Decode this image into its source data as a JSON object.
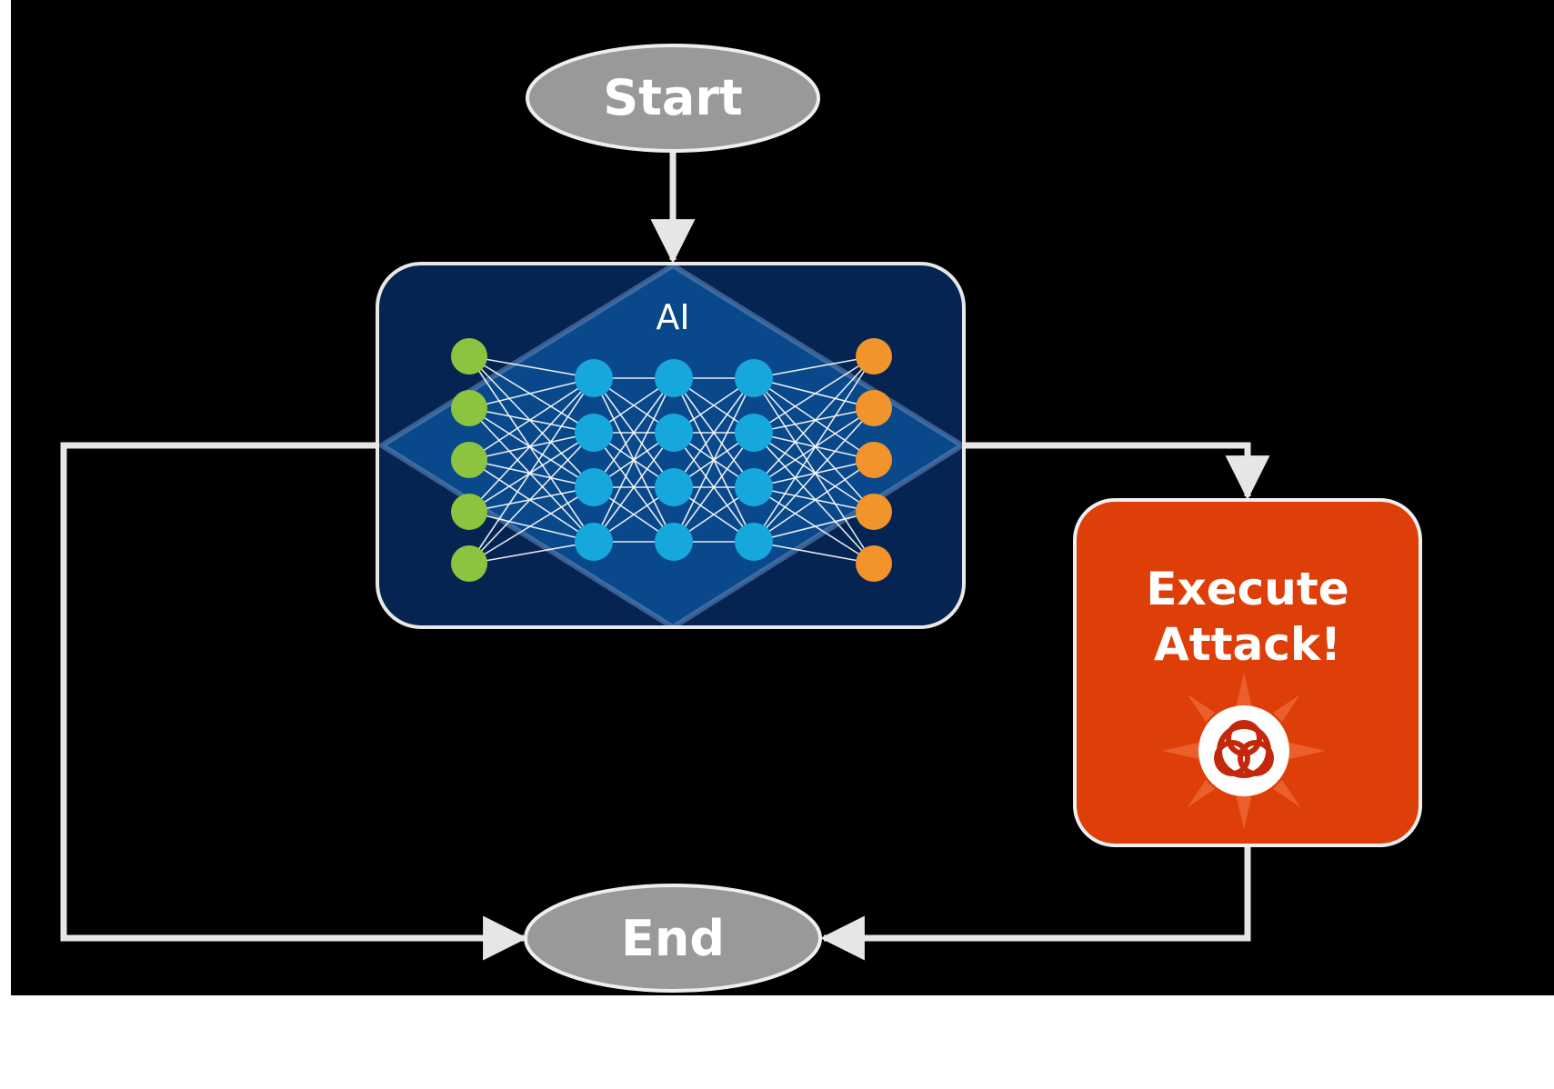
{
  "diagram": {
    "start_label": "Start",
    "ai_label": "AI",
    "attack_label_line1": "Execute",
    "attack_label_line2": "Attack!",
    "end_label": "End",
    "attack_icon": "biohazard-icon"
  },
  "colors": {
    "background": "#000000",
    "terminal_fill": "#999999",
    "terminal_stroke": "#eeeeee",
    "ai_box_fill": "#052452",
    "ai_diamond_fill": "#0b4f94",
    "attack_box_fill": "#de3e08",
    "connector": "#e6e6e6",
    "input_nodes": "#8cc43f",
    "hidden_nodes": "#16a8dd",
    "output_nodes": "#f0942b"
  },
  "network": {
    "layer_sizes": [
      5,
      4,
      4,
      4,
      5
    ],
    "layer_roles": [
      "input",
      "hidden",
      "hidden",
      "hidden",
      "output"
    ]
  }
}
